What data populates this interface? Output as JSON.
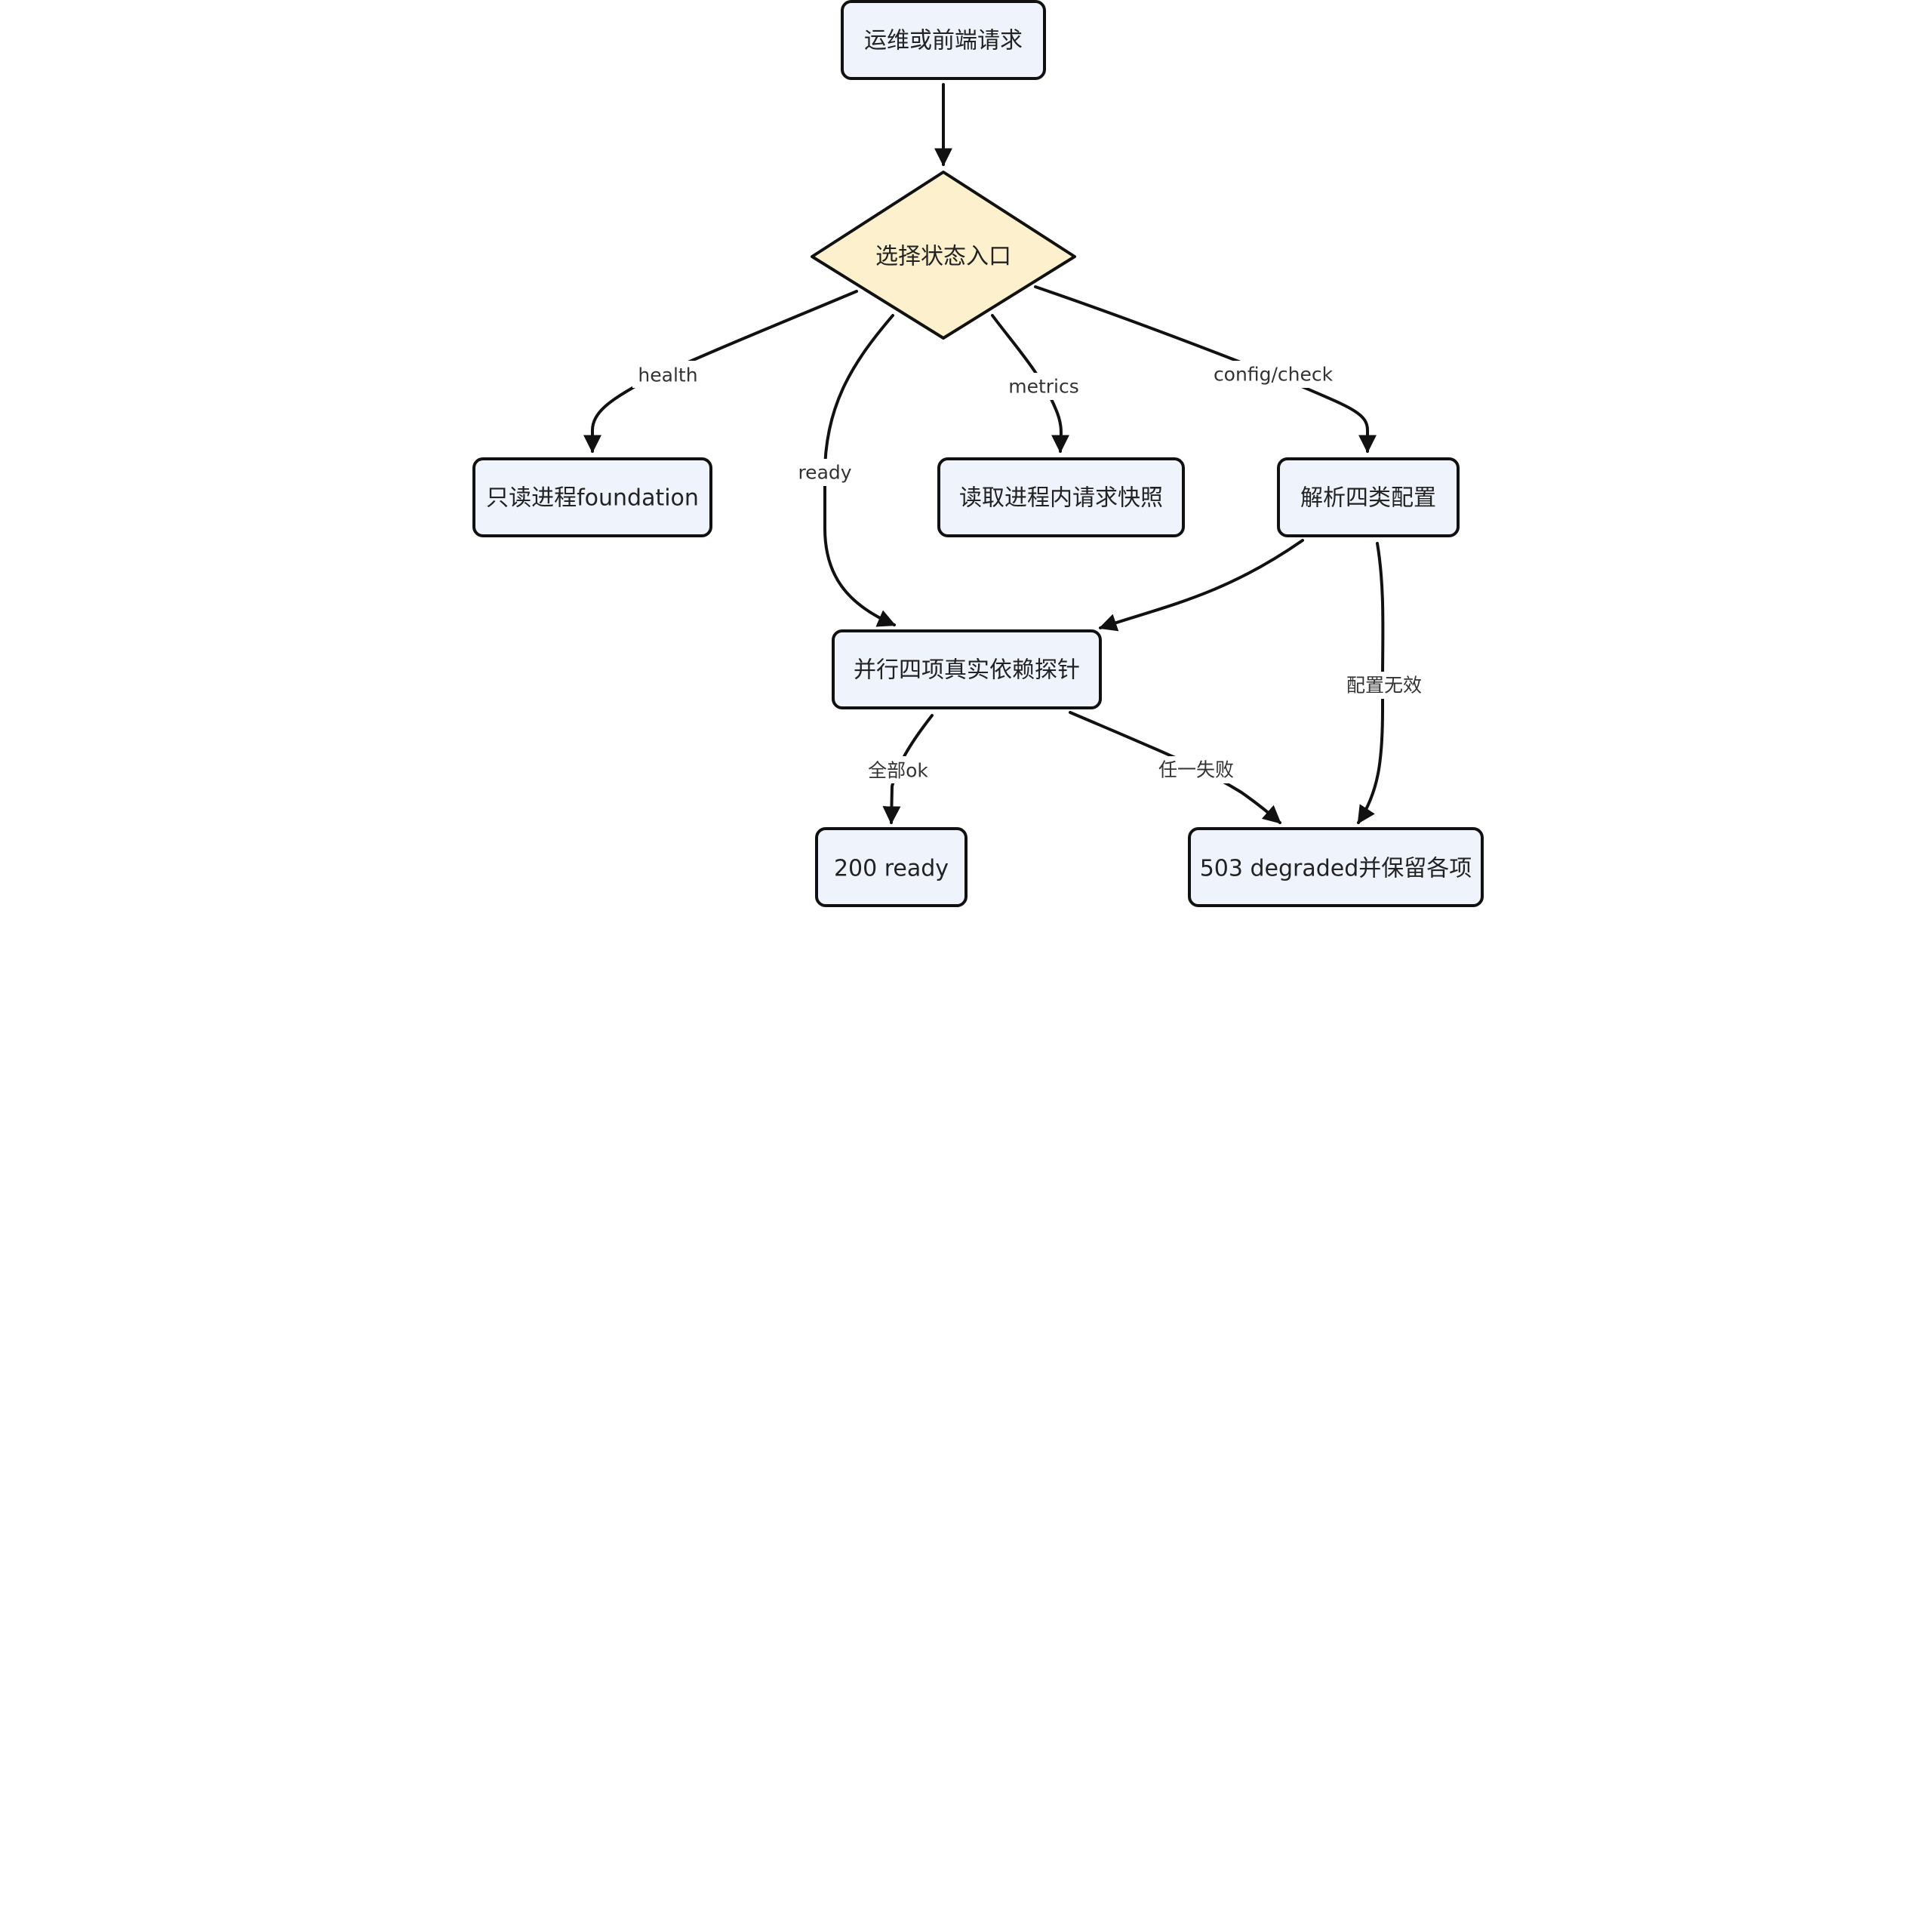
{
  "nodes": {
    "request": "运维或前端请求",
    "select": "选择状态入口",
    "foundation": "只读进程foundation",
    "snapshot": "读取进程内请求快照",
    "parse_config": "解析四类配置",
    "probe": "并行四项真实依赖探针",
    "ready_ok": "200 ready",
    "degraded": "503 degraded并保留各项"
  },
  "edges": {
    "health": "health",
    "ready": "ready",
    "metrics": "metrics",
    "config_check": "config/check",
    "config_invalid": "配置无效",
    "all_ok": "全部ok",
    "any_fail": "任一失败"
  },
  "colors": {
    "box_fill": "#eff3fc",
    "decision_fill": "#fdf1cd",
    "stroke": "#111111"
  }
}
